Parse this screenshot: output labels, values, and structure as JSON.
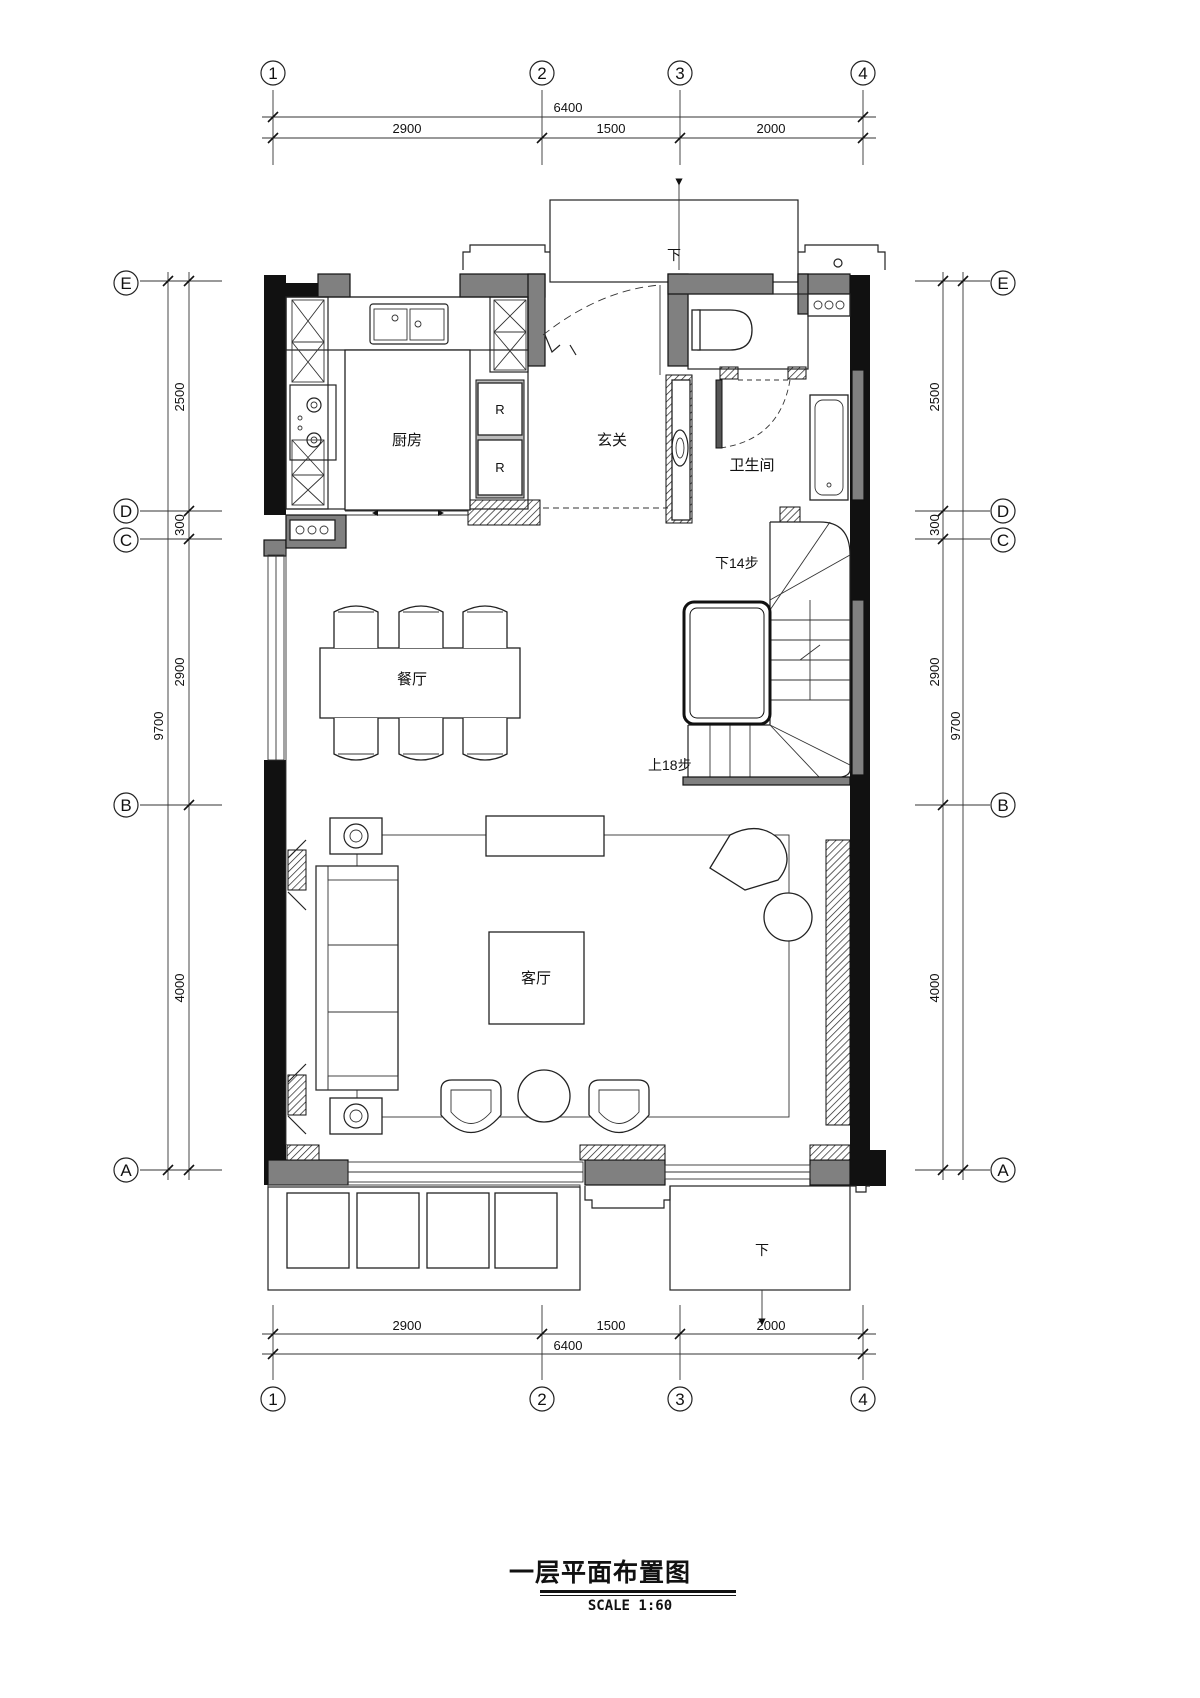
{
  "drawing": {
    "title": "一层平面布置图",
    "scale": "SCALE  1:60"
  },
  "axes": {
    "columns": [
      "1",
      "2",
      "3",
      "4"
    ],
    "rows": [
      "E",
      "D",
      "C",
      "B",
      "A"
    ]
  },
  "dimensions": {
    "top_total": "6400",
    "top_segments": [
      "2900",
      "1500",
      "2000"
    ],
    "bottom_total": "6400",
    "bottom_segments": [
      "2900",
      "1500",
      "2000"
    ],
    "left_segments": [
      "2500",
      "300",
      "2900",
      "4000"
    ],
    "left_total": "9700",
    "right_segments": [
      "2500",
      "300",
      "2900",
      "4000"
    ],
    "right_total": "9700"
  },
  "rooms": {
    "kitchen": "厨房",
    "foyer": "玄关",
    "bathroom": "卫生间",
    "dining": "餐厅",
    "living": "客厅"
  },
  "notes": {
    "entry_down": "下",
    "stair_down": "下14步",
    "stair_up": "上18步",
    "terrace_down": "下"
  }
}
